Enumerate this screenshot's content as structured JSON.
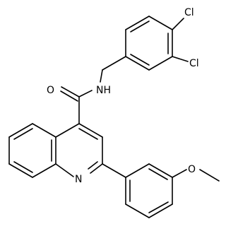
{
  "atoms": {
    "cl1": "Cl",
    "cl2": "Cl",
    "o_carbonyl": "O",
    "nh": "NH",
    "n_ring": "N",
    "o_methoxy": "O"
  },
  "colors": {
    "ink": "#000000",
    "background": "#ffffff"
  }
}
